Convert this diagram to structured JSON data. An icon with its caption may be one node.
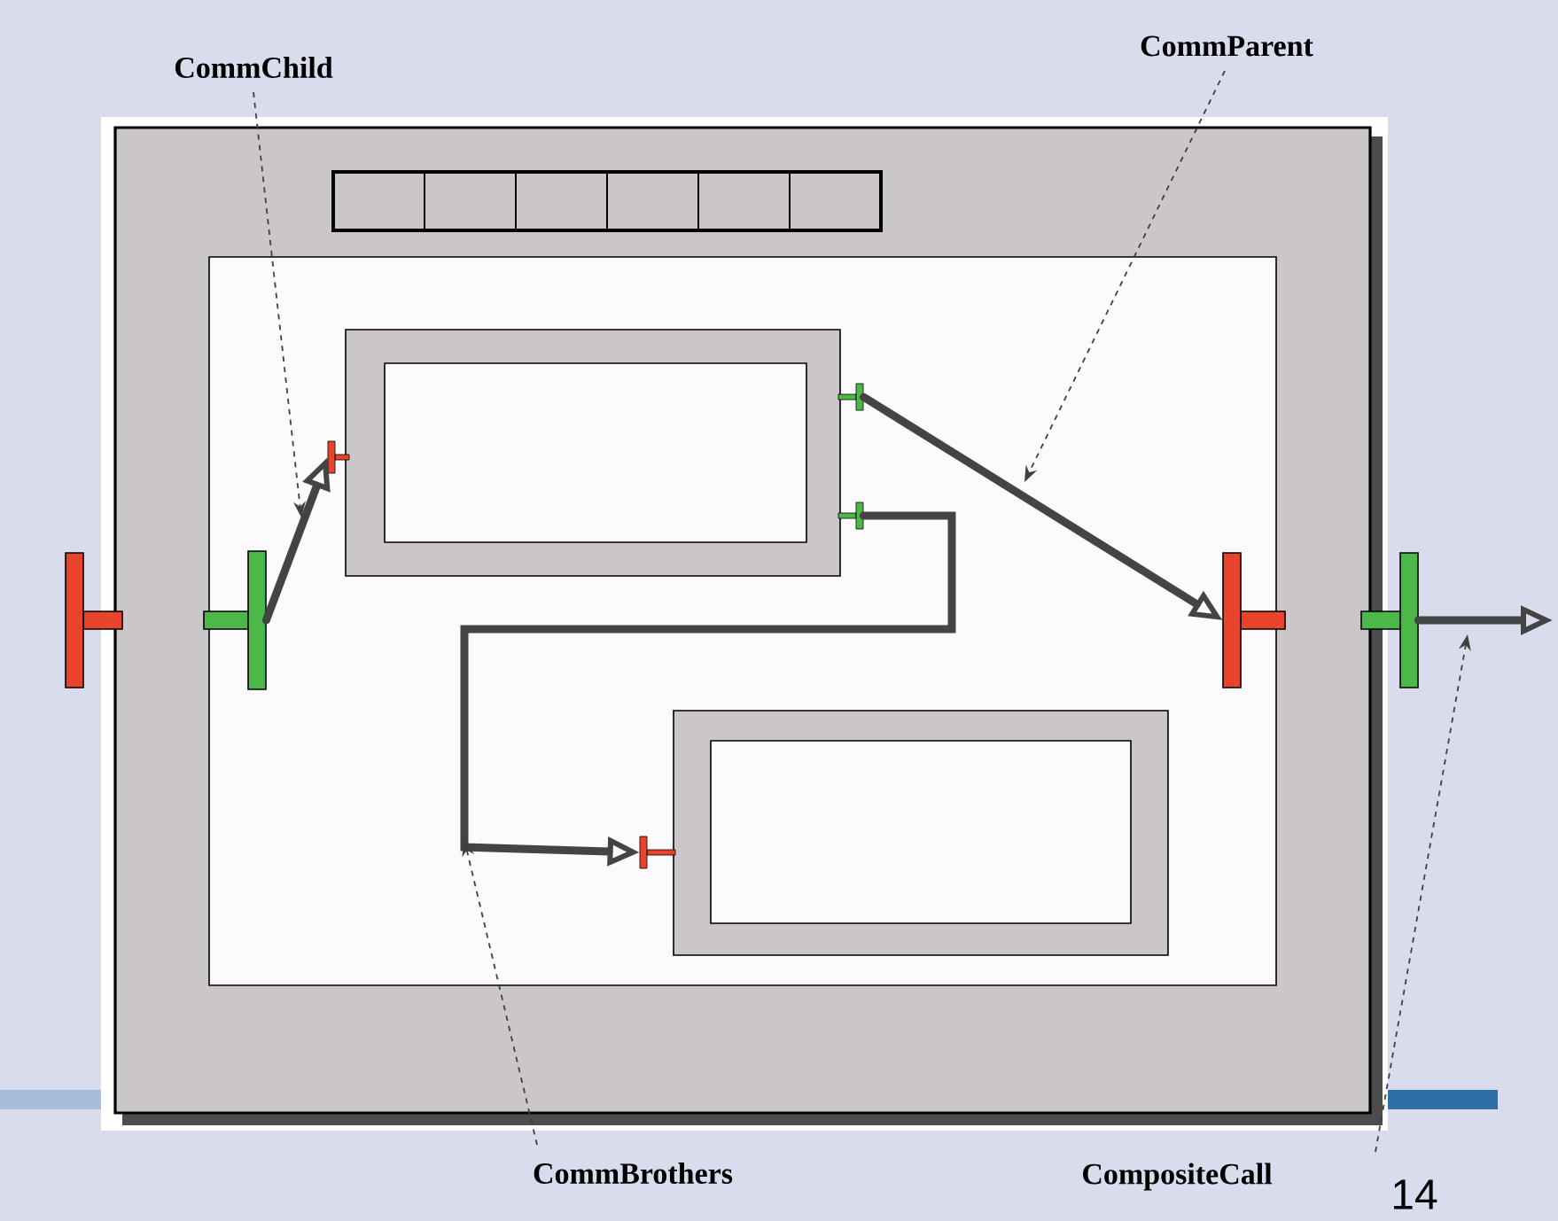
{
  "diagram": {
    "nodes": [
      {
        "text": [
          "CommChild"
        ]
      },
      {
        "text": [
          "CommParent"
        ]
      },
      {
        "text": [],
        "shape": "box"
      },
      {
        "text": [],
        "shape": "box",
        "in": 2
      },
      {
        "text": [],
        "shape": "box",
        "in": 3
      },
      {
        "text": [],
        "shape": "box",
        "in": 3
      },
      {
        "text": [],
        "shape": "bar"
      },
      {
        "text": [],
        "shape": "bar",
        "in": 2
      },
      {
        "text": [],
        "shape": "bar",
        "in": 3
      },
      {
        "text": [],
        "shape": "bar",
        "in": 3
      },
      {
        "text": [],
        "shape": "bar",
        "in": 3
      },
      {
        "text": [],
        "shape": "bar",
        "in": 3
      },
      {
        "text": [],
        "shape": "bar",
        "in": 2
      },
      {
        "text": [],
        "shape": "bar"
      },
      {
        "text": [
          "CommBrothers"
        ]
      },
      {
        "text": [
          "CompositeCall"
        ]
      }
    ],
    "edges": [
      {
        "from": 7,
        "to": 8,
        "arrow": "to",
        "style": "thick"
      },
      {
        "from": 9,
        "to": 12,
        "arrow": "to",
        "style": "thick"
      },
      {
        "from": 10,
        "to": 11,
        "arrow": "to",
        "style": "thick"
      },
      {
        "from": 13,
        "to": null,
        "arrow": "to",
        "style": "thick"
      },
      {
        "from": 0,
        "to": null,
        "arrow": "to",
        "style": "dashed"
      },
      {
        "from": 1,
        "to": null,
        "arrow": "to",
        "style": "dashed"
      },
      {
        "from": 14,
        "to": null,
        "arrow": "to",
        "style": "dashed"
      },
      {
        "from": 15,
        "to": null,
        "arrow": "to",
        "style": "dashed"
      }
    ],
    "labels": [
      "14"
    ]
  }
}
